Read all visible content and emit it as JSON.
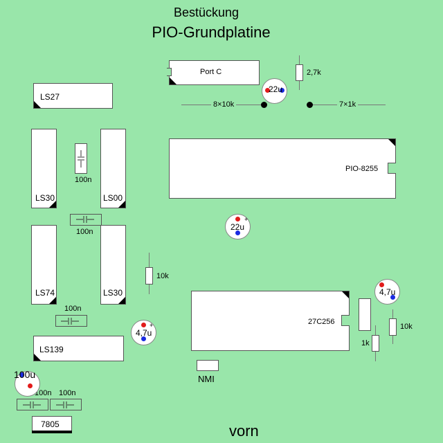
{
  "title": "Bestückung",
  "subtitle": "PIO-Grundplatine",
  "footer": "vorn",
  "ics": {
    "portc": "Port C",
    "ls27": "LS27",
    "ls30a": "LS30",
    "ls00": "LS00",
    "pio": "PIO-8255",
    "ls74": "LS74",
    "ls30b": "LS30",
    "eprom": "27C256",
    "ls139": "LS139",
    "vr": "7805",
    "nmi": "NMI"
  },
  "resistors": {
    "r27k": "2,7k",
    "r10k": "10k",
    "r1k": "1k",
    "r10k_b": "10k"
  },
  "networks": {
    "left": "8×10k",
    "right": "7×1k"
  },
  "capacitors": {
    "c1": "100n",
    "c2": "100n",
    "c3": "100n",
    "c4": "100n",
    "c5": "100n"
  },
  "elkos": {
    "e1": "22u",
    "e2": "22u",
    "e3": "4,7u",
    "e4": "4,7u",
    "e5": "100u"
  },
  "plus_sign": "+"
}
